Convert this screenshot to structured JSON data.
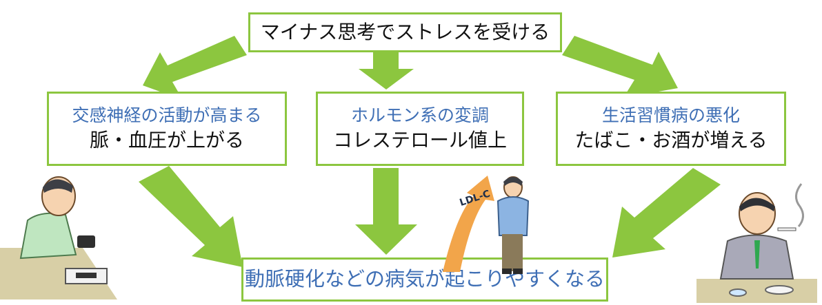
{
  "diagram": {
    "top": {
      "text": "マイナス思考でストレスを受ける"
    },
    "middle": [
      {
        "title": "交感神経の活動が高まる",
        "subtitle": "脈・血圧が上がる"
      },
      {
        "title": "ホルモン系の変調",
        "subtitle": "コレステロール値上"
      },
      {
        "title": "生活習慣病の悪化",
        "subtitle": "たばこ・お酒が増える"
      }
    ],
    "bottom": {
      "text": "動脈硬化などの病気が起こりやすくなる"
    },
    "ldl_label": "LDL-C"
  },
  "colors": {
    "arrow_green": "#8cc63f",
    "border_green": "#8cc63f",
    "title_blue": "#3f6fb5",
    "ldl_arrow_orange": "#f2a54a"
  }
}
